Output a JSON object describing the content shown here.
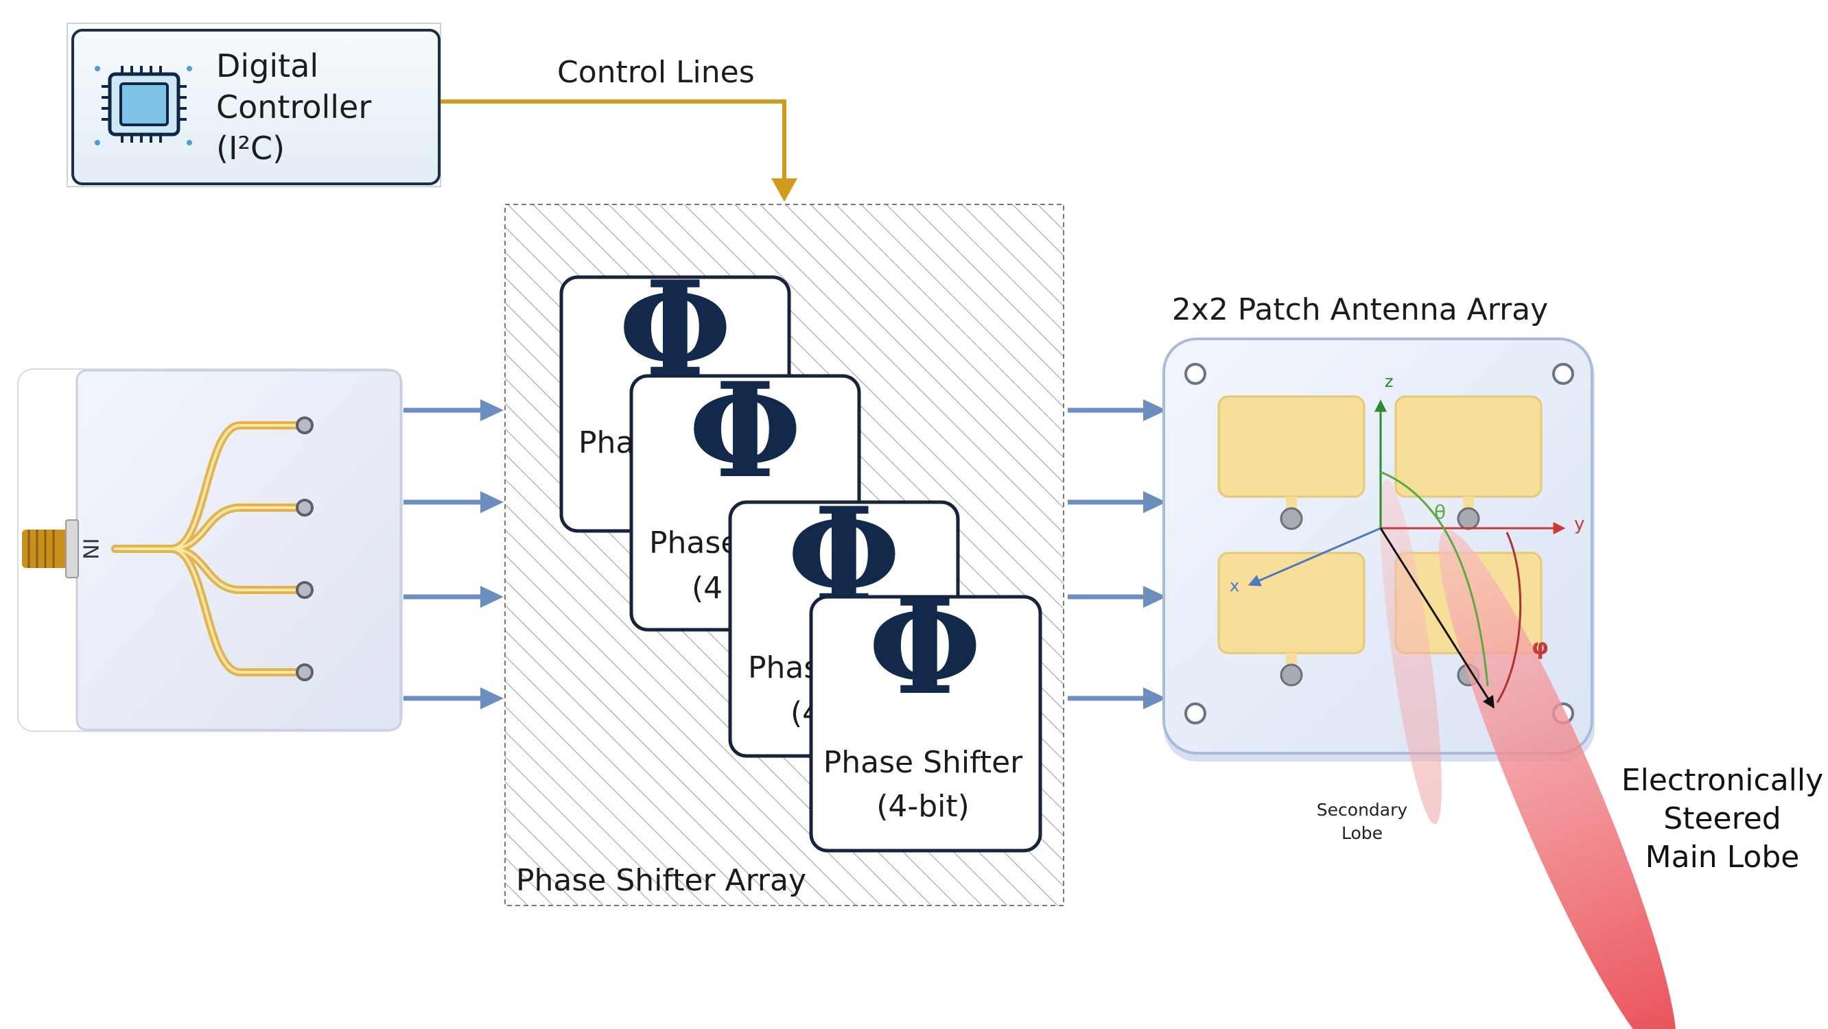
{
  "controller": {
    "line1": "Digital",
    "line2": "Controller",
    "line3": "(I²C)",
    "icon": "chip-icon"
  },
  "control_lines_label": "Control Lines",
  "splitter": {
    "port_label": "IN",
    "icon": "splitter-network-icon"
  },
  "phase_shifter_array": {
    "title": "Phase Shifter Array",
    "card_symbol": "Φ",
    "card_label_line1": "Phase Shifter",
    "card_label_line2": "(4-bit)",
    "partial_labels": [
      "Pha",
      "Phase",
      "(4",
      "Phas",
      "(4"
    ]
  },
  "antenna_array": {
    "title": "2x2 Patch Antenna Array",
    "axes": {
      "z": "z",
      "y": "y",
      "x": "x",
      "theta": "θ",
      "phi": "φ"
    }
  },
  "lobes": {
    "secondary_line1": "Secondary",
    "secondary_line2": "Lobe",
    "main_line1": "Electronically",
    "main_line2": "Steered",
    "main_line3": "Main Lobe"
  },
  "colors": {
    "control_line": "#d29a1a",
    "signal_arrow": "#6c8ebf",
    "controller_border": "#1e2e48",
    "phase_symbol": "#13294b",
    "patch": "#f7df9a",
    "lobe": "#e8424a",
    "axis_z": "#2f8a2f",
    "axis_y": "#c83a3a",
    "axis_x": "#5078c0"
  }
}
